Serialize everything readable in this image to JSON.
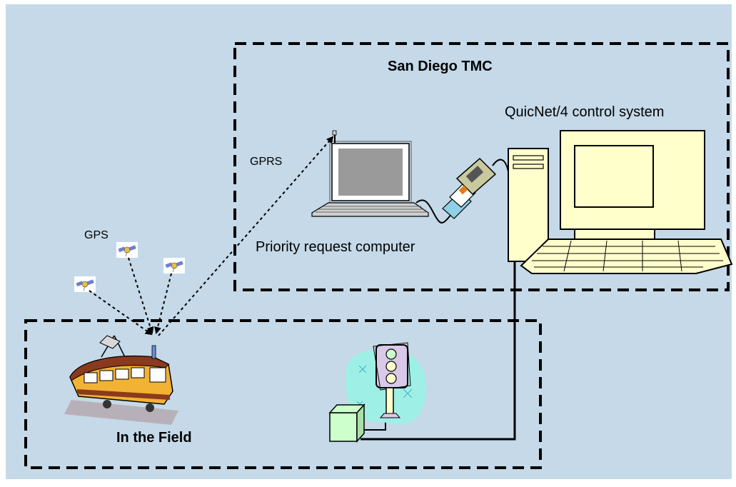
{
  "labels": {
    "tmc_title": "San Diego TMC",
    "control_system": "QuicNet/4 control system",
    "gprs": "GPRS",
    "gps": "GPS",
    "priority_computer": "Priority request computer",
    "field_title": "In the Field"
  },
  "icons": {
    "satellite": "satellite-icon",
    "laptop": "laptop-icon",
    "connector": "serial-connector-icon",
    "pc": "desktop-computer-icon",
    "trolley": "trolley-icon",
    "traffic_light": "traffic-signal-icon",
    "controller_cabinet": "controller-cabinet-icon"
  },
  "colors": {
    "background": "#c5d9e8",
    "dashes": "#000000",
    "trolley_body": "#f2b233",
    "trolley_roof": "#8a3a1e",
    "pc_body": "#ffffcc",
    "cabinet": "#ccffcc",
    "signal_glow": "#9ef0e6",
    "signal_head": "#d9c8e8"
  }
}
